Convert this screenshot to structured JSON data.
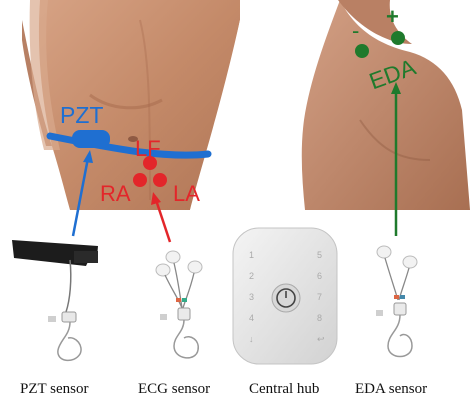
{
  "labels": {
    "pzt": "PZT",
    "lf": "LF",
    "ra": "RA",
    "la": "LA",
    "eda": "EDA",
    "minus": "-",
    "plus": "+"
  },
  "captions": [
    "PZT sensor",
    "ECG sensor",
    "Central hub",
    "EDA sensor"
  ],
  "hub_buttons_left": [
    "1",
    "2",
    "3",
    "4",
    "↓"
  ],
  "hub_buttons_right": [
    "5",
    "6",
    "7",
    "8",
    "↩"
  ],
  "colors": {
    "pzt": "#1f6fd1",
    "ecg": "#e3262a",
    "eda": "#1f7a2c",
    "skin": "#c8916e"
  }
}
